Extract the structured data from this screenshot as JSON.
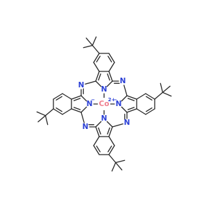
{
  "molecule": {
    "center_metal": "Co",
    "center_charge": "2+",
    "coordinating_nitrogen_label": "N",
    "coordinating_nitrogen_charge": "−",
    "bridging_nitrogen_label": "N",
    "substituent": "tert-butyl"
  },
  "colors": {
    "bond": "#262626",
    "nitrogen": "#2a3fd6",
    "cobalt": "#f08090",
    "background": "#ffffff"
  }
}
